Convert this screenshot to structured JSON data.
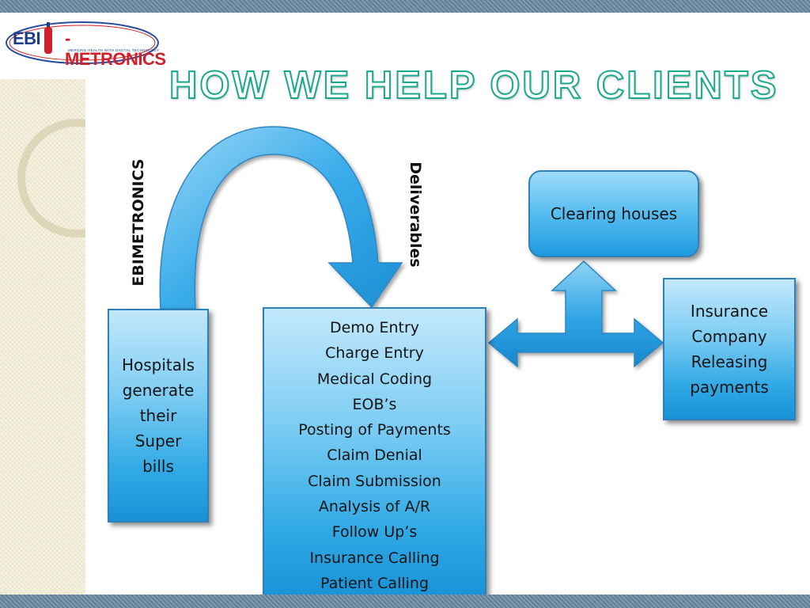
{
  "logo": {
    "left_text": "EBI",
    "right_text": "-METRONICS",
    "tagline": "MERGING HEALTH WITH DIGITAL TECHNOLOGY"
  },
  "title": "HOW WE HELP OUR CLIENTS",
  "labels": {
    "ebimetronics": "EBIMETRONICS",
    "deliverables": "Deliverables"
  },
  "boxes": {
    "hospitals": "Hospitals\ngenerate\ntheir\nSuper\nbills",
    "services": [
      "Demo Entry",
      "Charge Entry",
      "Medical Coding",
      "EOB’s",
      "Posting of Payments",
      "Claim Denial",
      "Claim Submission",
      "Analysis of A/R",
      "Follow Up’s",
      "Insurance Calling",
      "Patient Calling"
    ],
    "clearing_houses": "Clearing houses",
    "insurance": "Insurance\nCompany\nReleasing\npayments"
  },
  "colors": {
    "box_blue": "#32aae6",
    "title_green": "#1aa88e",
    "arrow_blue": "#2ea4e4"
  }
}
